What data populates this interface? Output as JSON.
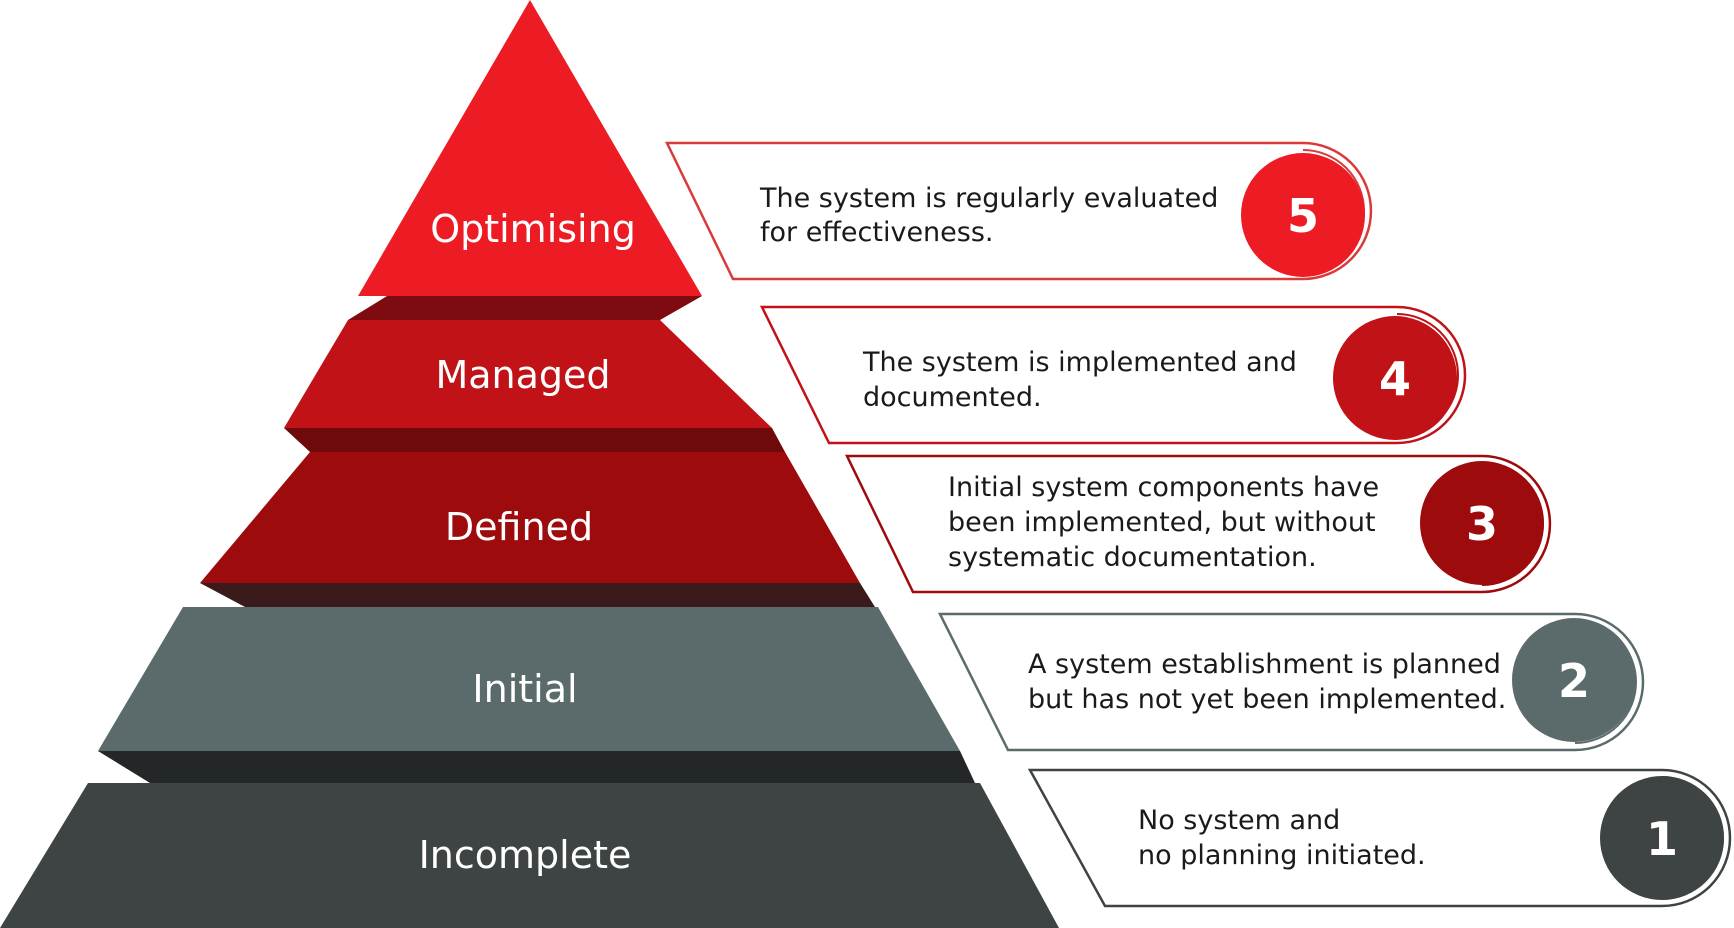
{
  "levels": [
    {
      "label": "Optimising",
      "number": "5",
      "description_lines": [
        "The system is regularly evaluated",
        "for effectiveness."
      ],
      "color": "#ed1c24",
      "dark": "#9a0e13"
    },
    {
      "label": "Managed",
      "number": "4",
      "description_lines": [
        "The system is implemented and",
        "documented."
      ],
      "color": "#c01217",
      "dark": "#7e0b0f"
    },
    {
      "label": "Defined",
      "number": "3",
      "description_lines": [
        "Initial system components have",
        "been implemented, but without",
        "systematic documentation."
      ],
      "color": "#9d0b0d",
      "dark": "#5a0607"
    },
    {
      "label": "Initial",
      "number": "2",
      "description_lines": [
        "A system establishment is planned",
        "but has not yet been implemented."
      ],
      "color": "#5b6b6b",
      "dark": "#2f3838"
    },
    {
      "label": "Incomplete",
      "number": "1",
      "description_lines": [
        "No system and",
        "no planning initiated."
      ],
      "color": "#3d4443",
      "dark": "#1c2020"
    }
  ]
}
